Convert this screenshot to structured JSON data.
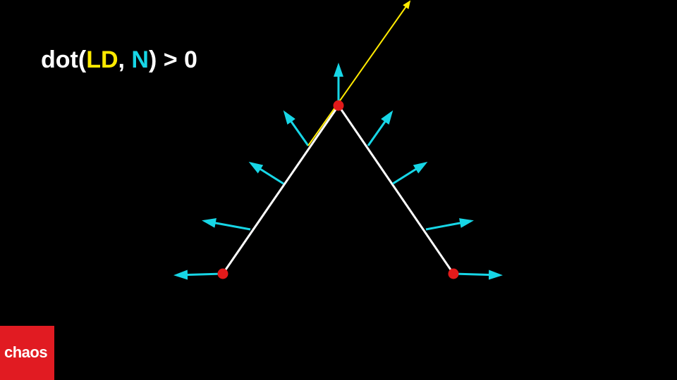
{
  "formula": {
    "prefix": "dot(",
    "ld": "LD",
    "comma": ", ",
    "n": "N",
    "suffix": ") > 0"
  },
  "colors": {
    "background": "#000000",
    "surface": "#ffffff",
    "normal": "#17d6e6",
    "light_direction": "#ffea00",
    "vertex": "#e21a1a",
    "logo": "#e11b22"
  },
  "logo": {
    "text": "chaos"
  }
}
